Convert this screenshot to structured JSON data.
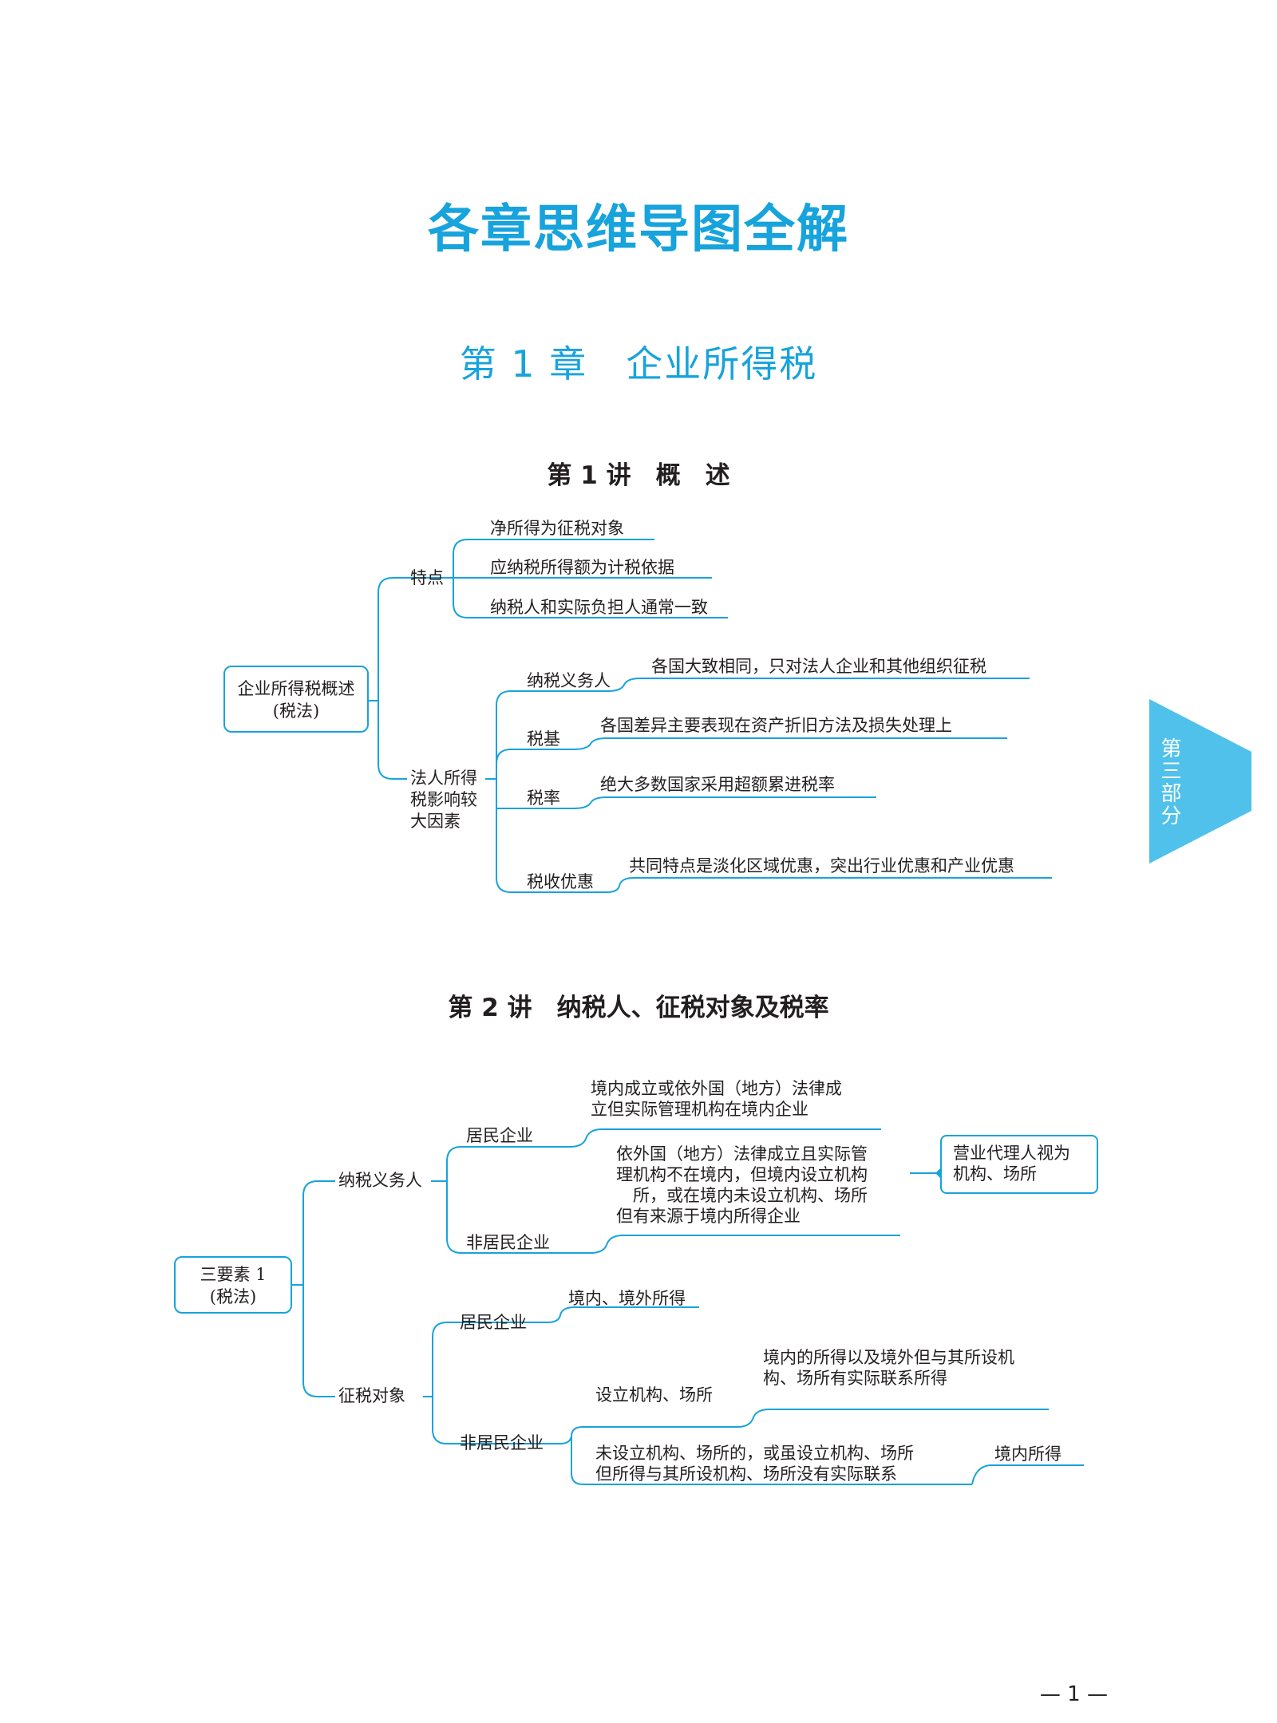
{
  "page": {
    "main_title": "各章思维导图全解",
    "chapter_title": "第 1 章　企业所得税",
    "side_tab": "第三部分",
    "page_number": "— 1 —"
  },
  "lecture1": {
    "title": "第 1 讲　概　述",
    "root": [
      "企业所得税概述",
      "(税法)"
    ],
    "feature": {
      "label": "特点",
      "items": [
        "净所得为征税对象",
        "应纳税所得额为计税依据",
        "纳税人和实际负担人通常一致"
      ]
    },
    "factors": {
      "label": [
        "法人所得",
        "税影响较",
        "大因素"
      ],
      "items": [
        {
          "label": "纳税义务人",
          "desc": "各国大致相同，只对法人企业和其他组织征税"
        },
        {
          "label": "税基",
          "desc": "各国差异主要表现在资产折旧方法及损失处理上"
        },
        {
          "label": "税率",
          "desc": "绝大多数国家采用超额累进税率"
        },
        {
          "label": "税收优惠",
          "desc": "共同特点是淡化区域优惠，突出行业优惠和产业优惠"
        }
      ]
    }
  },
  "lecture2": {
    "title": "第 2 讲　纳税人、征税对象及税率",
    "root": [
      "三要素 1",
      "(税法)"
    ],
    "taxpayer": {
      "label": "纳税义务人",
      "resident": {
        "label": "居民企业",
        "desc": [
          "境内成立或依外国（地方）法律成",
          "立但实际管理机构在境内企业"
        ]
      },
      "nonresident": {
        "label": "非居民企业",
        "desc": [
          "依外国（地方）法律成立且实际管",
          "理机构不在境内，但境内设立机构",
          "所，或在境内未设立机构、场所",
          "但有来源于境内所得企业"
        ],
        "note": [
          "营业代理人视为",
          "机构、场所"
        ]
      }
    },
    "object": {
      "label": "征税对象",
      "resident": {
        "label": "居民企业",
        "desc": "境内、境外所得"
      },
      "nonresident": {
        "label": "非居民企业",
        "established": {
          "label": "设立机构、场所",
          "desc": [
            "境内的所得以及境外但与其所设机",
            "构、场所有实际联系所得"
          ]
        },
        "not_established": {
          "desc": [
            "未设立机构、场所的，或虽设立机构、场所",
            "但所得与其所设机构、场所没有实际联系"
          ],
          "result": "境内所得"
        }
      }
    }
  }
}
